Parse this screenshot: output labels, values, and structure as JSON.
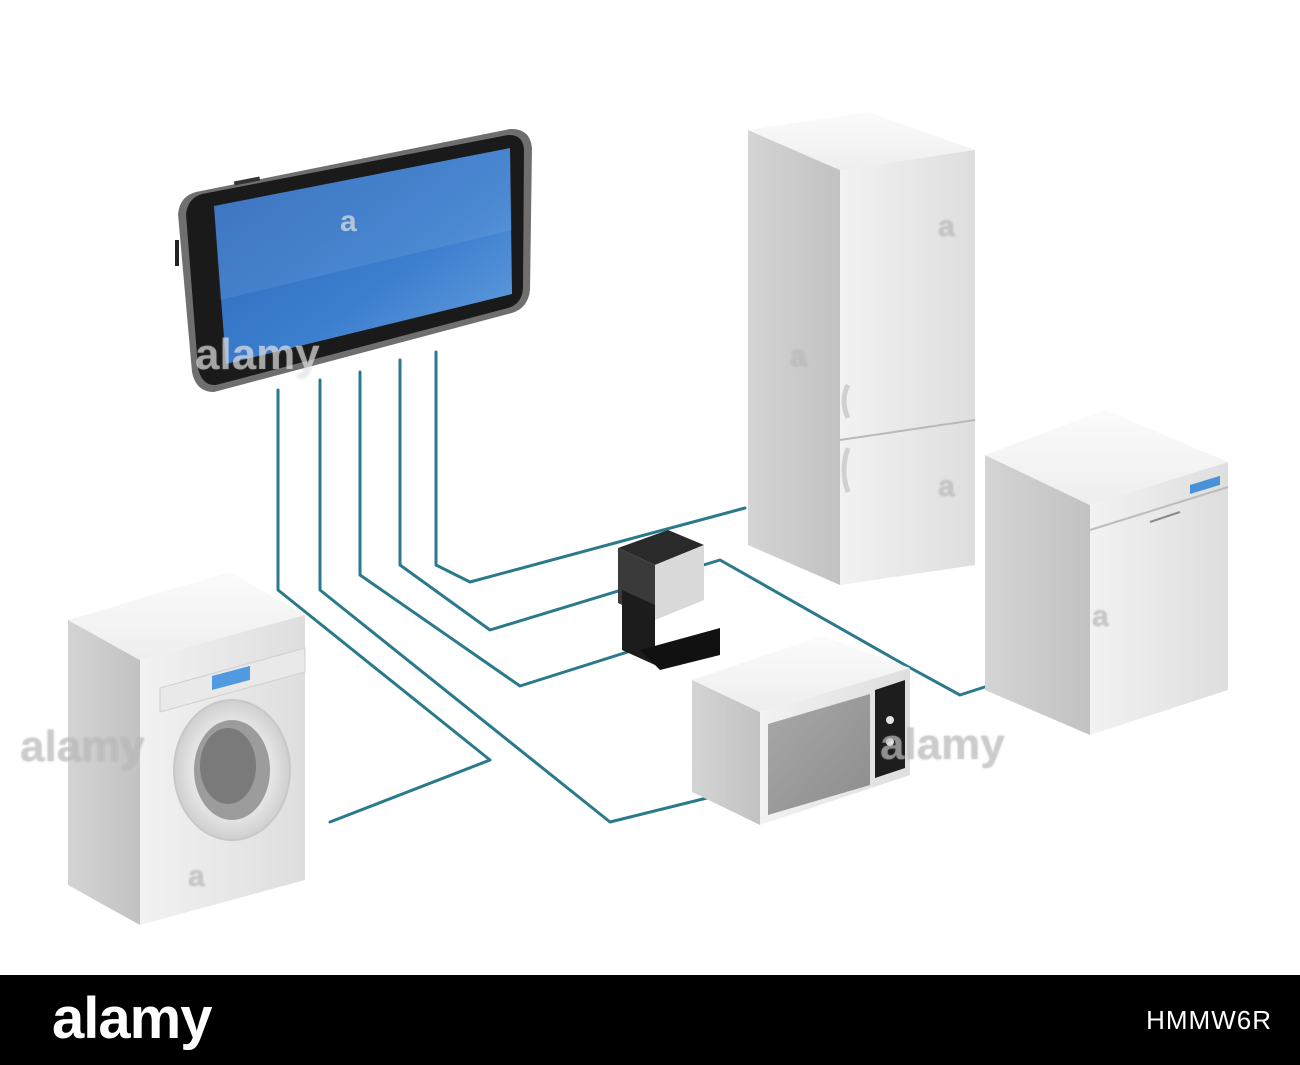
{
  "watermark": {
    "mark_a": "a",
    "mark_alamy": "alamy"
  },
  "footer": {
    "logo_text": "alamy",
    "image_id": "HMMW6R"
  },
  "colors": {
    "cable": "#2b7a8c",
    "screen": "#2f6fbf",
    "appliance": "#e6e6e6",
    "footer_bg": "#000000"
  }
}
